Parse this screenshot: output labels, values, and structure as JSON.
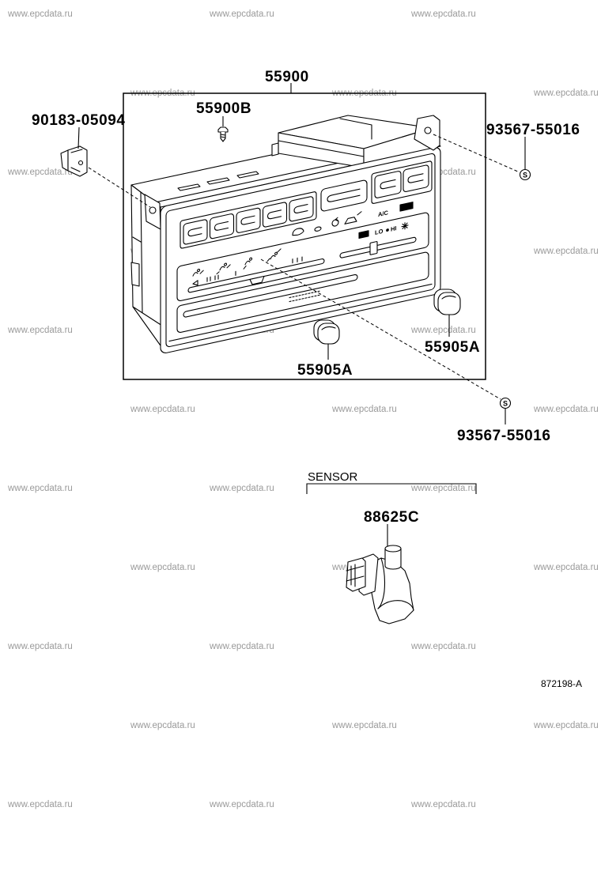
{
  "watermark": "www.epcdata.ru",
  "labels": {
    "main_unit": "55900",
    "screw": "55900B",
    "clip": "90183-05094",
    "nut_upper": "93567-55016",
    "knob_right": "55905A",
    "knob_bottom": "55905A",
    "nut_lower": "93567-55016",
    "sensor_part": "88625C"
  },
  "section_sensor": "SENSOR",
  "figure_code": "872198-A",
  "fastener_mark": "S",
  "panel_text": {
    "ac": "A/C",
    "lo": "LO",
    "hi": "HI"
  }
}
